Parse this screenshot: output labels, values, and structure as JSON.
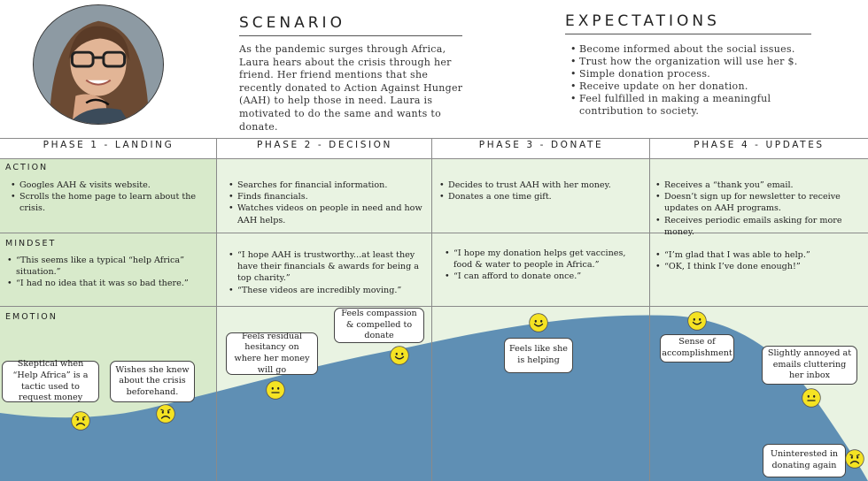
{
  "scenario": {
    "title": "SCENARIO",
    "text": "As the pandemic surges through Africa, Laura hears about the crisis through her friend. Her friend mentions that she recently donated to Action Against Hunger (AAH) to help those in need. Laura is motivated to do the same and wants to donate."
  },
  "expectations": {
    "title": "EXPECTATIONS",
    "items": [
      "Become informed about the social issues.",
      "Trust how the organization will use her $.",
      "Simple donation process.",
      "Receive update on her donation.",
      "Feel fulfilled in making a meaningful contribution to society."
    ]
  },
  "phases": [
    "PHASE 1 - LANDING",
    "PHASE 2 - DECISION",
    "PHASE 3 - DONATE",
    "PHASE 4 - UPDATES"
  ],
  "rows": {
    "action": {
      "label": "ACTION",
      "cells": [
        [
          "Googles AAH & visits website.",
          "Scrolls the home page to learn about the crisis."
        ],
        [
          "Searches for financial information.",
          "Finds financials.",
          "Watches videos on people in need and how AAH helps."
        ],
        [
          "Decides to trust AAH with her money.",
          "Donates a one time gift."
        ],
        [
          "Receives a “thank you” email.",
          "Doesn’t sign up for newsletter to receive updates on AAH programs.",
          "Receives periodic emails asking for more money."
        ]
      ]
    },
    "mindset": {
      "label": "MINDSET",
      "cells": [
        [
          "“This seems like a typical “help Africa” situation.”",
          "“I had no idea that it was so bad there.”"
        ],
        [
          "“I hope AAH is trustworthy...at least they have their financials & awards for being a top charity.”",
          "“These videos are incredibly moving.”"
        ],
        [
          "“I hope my donation helps get vaccines, food & water to people in Africa.”",
          "“I can afford to donate once.”"
        ],
        [
          "“I’m glad that I was able to help.”",
          "“OK, I think I’ve done enough!”"
        ]
      ]
    },
    "emotion": {
      "label": "EMOTION"
    }
  },
  "emotions": [
    {
      "text": "Skeptical when “Help Africa” is a tactic used to request money",
      "mood": "sad"
    },
    {
      "text": "Wishes she knew about the crisis beforehand.",
      "mood": "sad"
    },
    {
      "text": "Feels residual hesitancy on where her money will go",
      "mood": "neutral"
    },
    {
      "text": "Feels compassion & compelled to donate",
      "mood": "happy"
    },
    {
      "text": "Feels like she is helping",
      "mood": "happy"
    },
    {
      "text": "Sense of accomplishment",
      "mood": "happy"
    },
    {
      "text": "Slightly annoyed at emails cluttering her inbox",
      "mood": "neutral"
    },
    {
      "text": "Uninterested in donating again",
      "mood": "sad"
    }
  ],
  "colors": {
    "band_dark": "#d8eacb",
    "band_light": "#e9f3e2",
    "curve": "#5f8fb4",
    "face": "#f5e323"
  }
}
